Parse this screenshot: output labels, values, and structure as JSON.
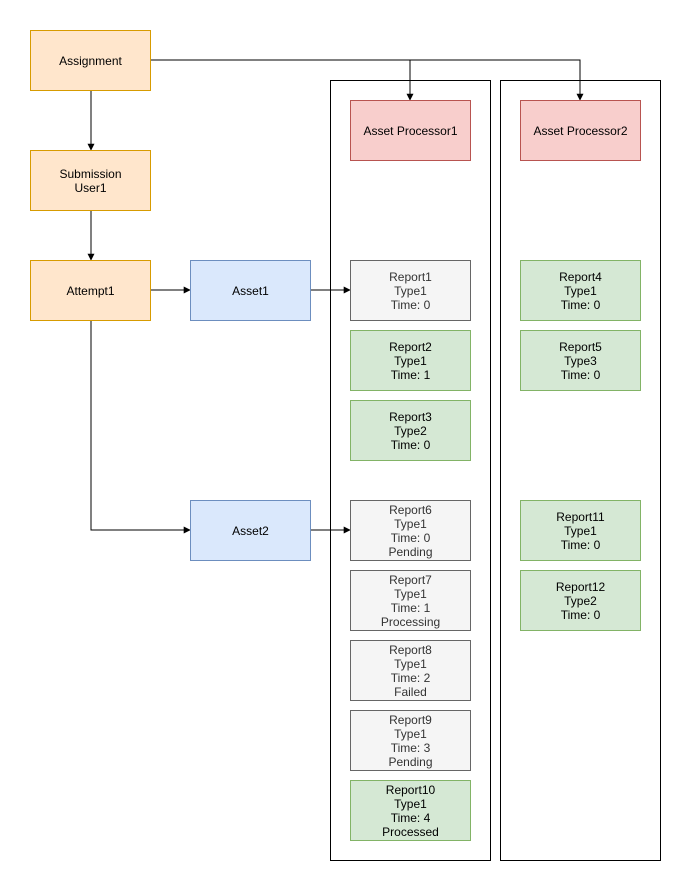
{
  "nodes": {
    "assignment": {
      "lines": [
        "Assignment"
      ]
    },
    "submission": {
      "lines": [
        "Submission",
        "User1"
      ]
    },
    "attempt1": {
      "lines": [
        "Attempt1"
      ]
    },
    "asset1": {
      "lines": [
        "Asset1"
      ]
    },
    "asset2": {
      "lines": [
        "Asset2"
      ]
    },
    "processor1": {
      "lines": [
        "Asset Processor1"
      ]
    },
    "processor2": {
      "lines": [
        "Asset Processor2"
      ]
    },
    "report1": {
      "lines": [
        "Report1",
        "Type1",
        "Time: 0"
      ]
    },
    "report2": {
      "lines": [
        "Report2",
        "Type1",
        "Time: 1"
      ]
    },
    "report3": {
      "lines": [
        "Report3",
        "Type2",
        "Time: 0"
      ]
    },
    "report4": {
      "lines": [
        "Report4",
        "Type1",
        "Time: 0"
      ]
    },
    "report5": {
      "lines": [
        "Report5",
        "Type3",
        "Time: 0"
      ]
    },
    "report6": {
      "lines": [
        "Report6",
        "Type1",
        "Time: 0",
        "Pending"
      ]
    },
    "report7": {
      "lines": [
        "Report7",
        "Type1",
        "Time: 1",
        "Processing"
      ]
    },
    "report8": {
      "lines": [
        "Report8",
        "Type1",
        "Time: 2",
        "Failed"
      ]
    },
    "report9": {
      "lines": [
        "Report9",
        "Type1",
        "Time: 3",
        "Pending"
      ]
    },
    "report10": {
      "lines": [
        "Report10",
        "Type1",
        "Time: 4",
        "Processed"
      ]
    },
    "report11": {
      "lines": [
        "Report11",
        "Type1",
        "Time: 0"
      ]
    },
    "report12": {
      "lines": [
        "Report12",
        "Type2",
        "Time: 0"
      ]
    }
  },
  "colors": {
    "orange_fill": "#ffe6cc",
    "orange_stroke": "#d79b00",
    "blue_fill": "#dae8fc",
    "blue_stroke": "#6c8ebf",
    "red_fill": "#f8cecc",
    "red_stroke": "#b85450",
    "green_fill": "#d5e8d4",
    "green_stroke": "#82b366",
    "gray_fill": "#f5f5f5",
    "gray_stroke": "#666666",
    "line": "#000000"
  }
}
